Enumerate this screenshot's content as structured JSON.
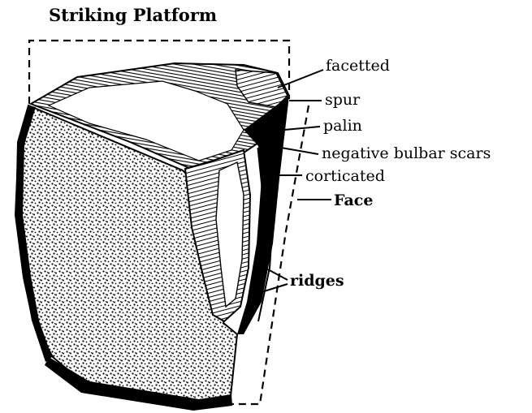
{
  "diagram": {
    "title": "Striking Platform",
    "labels": {
      "facetted": "facetted",
      "spur": "spur",
      "palin": "palin",
      "negative_bulbar_scars": "negative bulbar scars",
      "corticated": "corticated",
      "face": "Face",
      "ridges": "ridges"
    },
    "colors": {
      "ink": "#000000",
      "background": "#ffffff"
    }
  }
}
